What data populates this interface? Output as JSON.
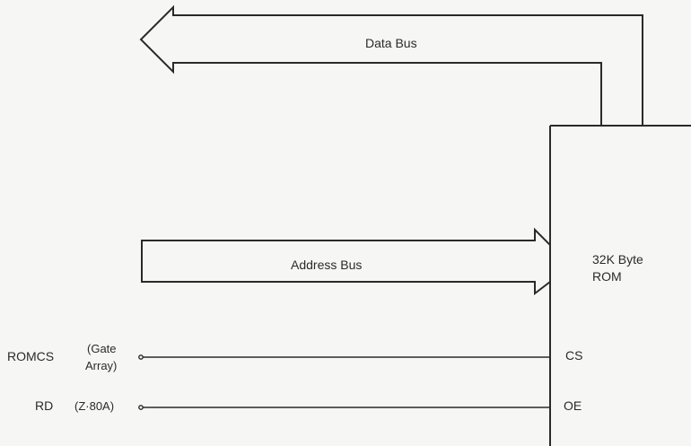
{
  "data_bus_label": "Data Bus",
  "address_bus_label": "Address Bus",
  "rom_label_line1": "32K Byte",
  "rom_label_line2": "ROM",
  "romcs_label": "ROMCS",
  "gate_array_line1": "(Gate",
  "gate_array_line2": "Array)",
  "cs_pin_label": "CS",
  "rd_label": "RD",
  "z80a_label": "(Z·80A)",
  "oe_pin_label": "OE"
}
